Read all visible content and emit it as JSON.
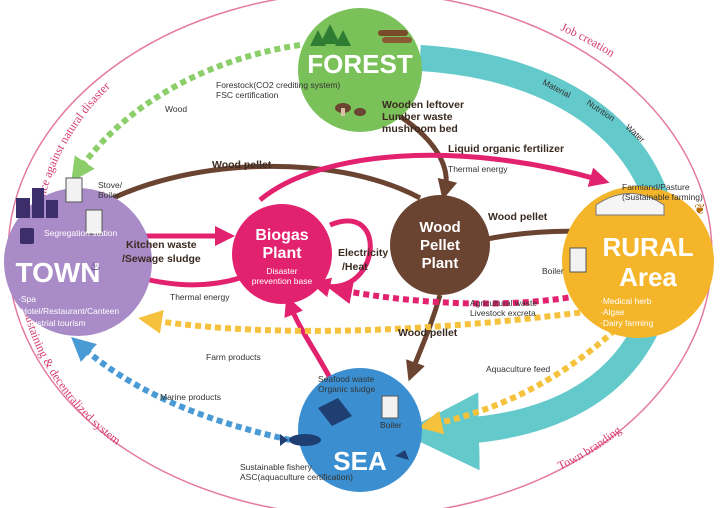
{
  "colors": {
    "forest": "#7bc15a",
    "town": "#a98bc7",
    "biogas": "#e3226f",
    "wood_pellet": "#6b4331",
    "rural": "#f4b52a",
    "sea": "#3b8fd0",
    "teal": "#54c4c6",
    "ring": "#e57aa0"
  },
  "nodes": {
    "forest": {
      "title": "FOREST"
    },
    "town": {
      "title": "TOWN",
      "station_label": "Segregation station",
      "features": [
        "·Spa",
        "·Hotel/Restaurant/Canteen",
        "·Industrial tourism"
      ]
    },
    "biogas": {
      "title_line1": "Biogas",
      "title_line2": "Plant",
      "sub_line1": "Disaster",
      "sub_line2": "prevention base"
    },
    "wood_pellet": {
      "title_line1": "Wood",
      "title_line2": "Pellet",
      "title_line3": "Plant"
    },
    "rural": {
      "title_line1": "RURAL",
      "title_line2": "Area",
      "features": [
        "·Medical herb",
        "·Algae",
        "·Dairy farming"
      ],
      "farmland_line1": "Farmland/Pasture",
      "farmland_line2": "(Sustainable farming)"
    },
    "sea": {
      "title": "SEA"
    }
  },
  "ring_labels": {
    "top_left": "Resilience against natural disaster",
    "top_right": "Job creation",
    "bottom_left": "Self-sustaining & decentralized system",
    "bottom_right": "Town branding"
  },
  "labels": {
    "forest_certs_line1": "Forestock(CO2 crediting system)",
    "forest_certs_line2": "FSC certification",
    "wood": "Wood",
    "wooden_leftover_line1": "Wooden leftover",
    "wooden_leftover_line2": "Lumber waste",
    "wooden_leftover_line3": "mushroom bed",
    "materials": [
      "Material",
      "Nutrition",
      "Water"
    ],
    "wood_pellet_top": "Wood pellet",
    "liquid_fertilizer": "Liquid organic fertilizer",
    "thermal_energy_top": "Thermal energy",
    "stove_boiler_line1": "Stove/",
    "stove_boiler_line2": "Boiler",
    "wood_pellet_right": "Wood pellet",
    "kitchen_waste_line1": "Kitchen waste",
    "kitchen_waste_line2": "/Sewage sludge",
    "electricity_line1": "Electricity",
    "electricity_line2": "/Heat",
    "boiler_rural": "Boiler",
    "thermal_energy_bottom": "Thermal energy",
    "agri_waste_line1": "Agricultural waste",
    "agri_waste_line2": "Livestock excreta",
    "wood_pellet_bottom": "Wood pellet",
    "farm_products": "Farm products",
    "aquaculture_feed": "Aquaculture feed",
    "seafood_waste_line1": "Seafood waste",
    "seafood_waste_line2": "Organic sludge",
    "marine_products": "Marine products",
    "boiler_sea": "Boiler",
    "sea_certs_line1": "Sustainable fishery",
    "sea_certs_line2": "ASC(aquaculture certification)"
  }
}
